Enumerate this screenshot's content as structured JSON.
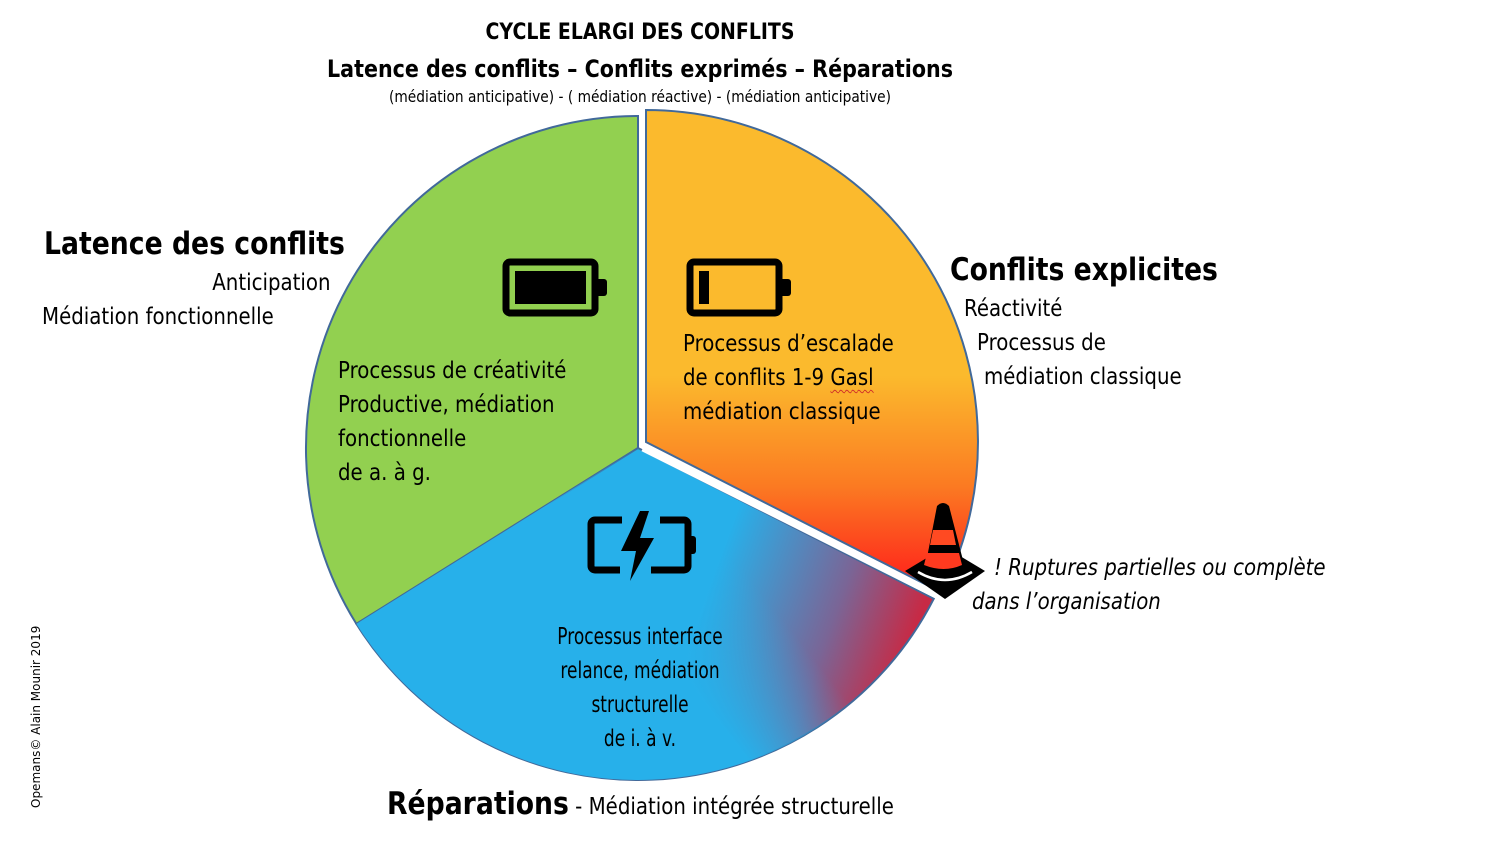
{
  "header": {
    "title": "CYCLE ELARGI DES CONFLITS",
    "subtitle": "Latence des conflits – Conflits exprimés – Réparations",
    "note": "(médiation anticipative) - ( médiation réactive) - (médiation anticipative)"
  },
  "colors": {
    "green": "#92D050",
    "orange_top": "#FBBA2D",
    "orange_bottom": "#FF1A1A",
    "blue": "#27B0EA",
    "blue_red_mix": "#C0304A",
    "outline": "#41699A"
  },
  "sections": {
    "latence": {
      "heading": "Latence des conflits",
      "line1": "Anticipation",
      "line2": "Médiation fonctionnelle",
      "icon": "battery-full-icon",
      "slice_lines": [
        "Processus de créativité",
        "Productive, médiation",
        "fonctionnelle",
        "de a. à g."
      ]
    },
    "explicites": {
      "heading": "Conflits explicites",
      "line1": "Réactivité",
      "line2": "Processus de",
      "line3": "médiation classique",
      "icon": "battery-low-icon",
      "slice_line1": "Processus d’escalade",
      "slice_line2_prefix": "de conflits 1-9 ",
      "slice_line2_flagged": "Gasl",
      "slice_line3": "médiation classique"
    },
    "reparations": {
      "heading": "Réparations",
      "tagline": " - Médiation intégrée  structurelle",
      "icon": "battery-charging-icon",
      "slice_lines": [
        "Processus interface",
        "relance, médiation",
        "structurelle",
        "de i. à v."
      ]
    }
  },
  "warning": {
    "icon": "traffic-cone-icon",
    "line1": "! Ruptures partielles ou complète",
    "line2": "dans l’organisation"
  },
  "copyright": "Opemans© Alain Mounir 2019"
}
